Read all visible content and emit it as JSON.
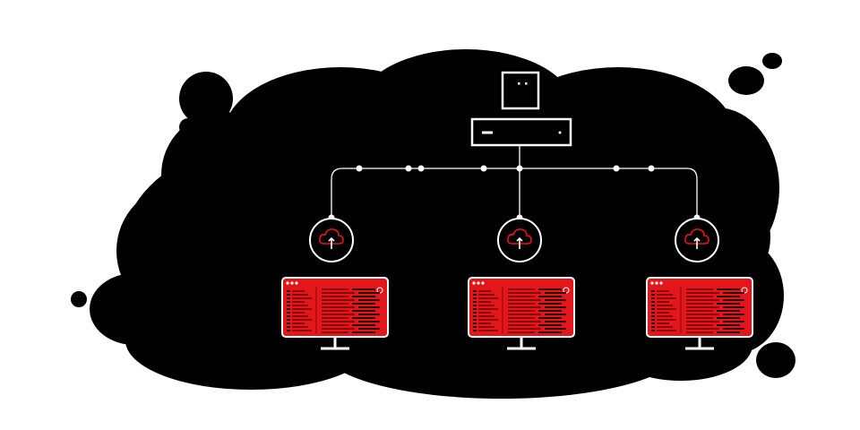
{
  "colors": {
    "background": "#ffffff",
    "cloud": "#000000",
    "line": "#ffffff",
    "accent_red": "#e3161b",
    "dark_red": "#8a0a0c",
    "screen_text": "#2a0000"
  },
  "server": {
    "icon": "server-tower-and-rack-icon"
  },
  "network": {
    "junction_dot_count": 7
  },
  "nodes": [
    {
      "id": "left",
      "icon": "cloud-upload-icon",
      "monitor_icon": "desktop-monitor-icon"
    },
    {
      "id": "center",
      "icon": "cloud-upload-icon",
      "monitor_icon": "desktop-monitor-icon"
    },
    {
      "id": "right",
      "icon": "cloud-upload-icon",
      "monitor_icon": "desktop-monitor-icon"
    }
  ]
}
